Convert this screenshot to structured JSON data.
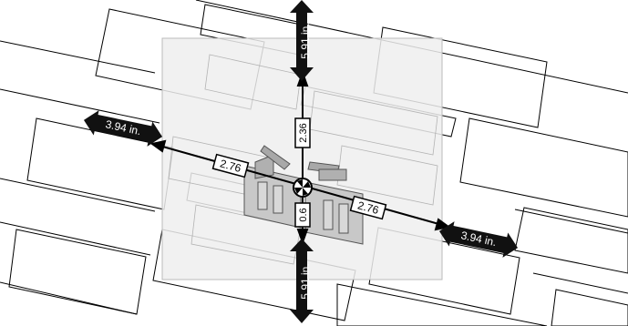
{
  "dimensions": {
    "clearance_top": "5.91 in.",
    "clearance_bottom": "5.91 in.",
    "clearance_left": "3.94 in.",
    "clearance_right": "3.94 in.",
    "dist_left": "2.76",
    "dist_right": "2.76",
    "dist_up": "2.36",
    "dist_down": "0.6"
  },
  "colors": {
    "stroke": "#000000",
    "panel_fill": "#eeeeee",
    "bracket_fill": "#c8c8c8",
    "arrow_fill": "#111111",
    "label_text_on_arrow": "#ffffff"
  }
}
